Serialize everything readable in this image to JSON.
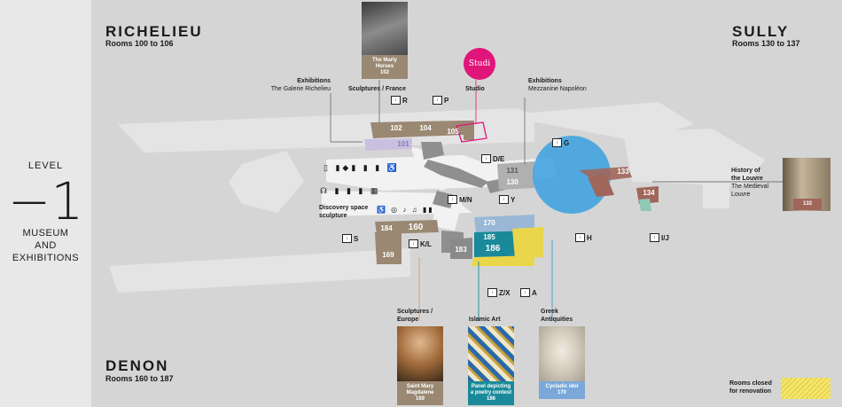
{
  "level": {
    "word": "LEVEL",
    "number": "−1",
    "subtitle_line1": "MUSEUM",
    "subtitle_line2": "AND",
    "subtitle_line3": "EXHIBITIONS"
  },
  "wings": {
    "richelieu": {
      "name": "RICHELIEU",
      "rooms": "Rooms 100 to 106"
    },
    "sully": {
      "name": "SULLY",
      "rooms": "Rooms 130 to 137"
    },
    "denon": {
      "name": "DENON",
      "rooms": "Rooms 160 to 187"
    }
  },
  "labels": {
    "exhibitions_richelieu_title": "Exhibitions",
    "exhibitions_richelieu_sub": "The Galerie Richelieu",
    "sculptures_france": "Sculptures / France",
    "studio": "Studio",
    "exhibitions_napoleon_title": "Exhibitions",
    "exhibitions_napoleon_sub": "Mezzanine Napoléon",
    "history_title_1": "History of",
    "history_title_2": "the Louvre",
    "history_sub_1": "The Medieval",
    "history_sub_2": "Louvre",
    "discovery_1": "Discovery space",
    "discovery_2": "sculpture",
    "sculptures_europe_1": "Sculptures /",
    "sculptures_europe_2": "Europe",
    "islamic_art": "Islamic Art",
    "greek_1": "Greek",
    "greek_2": "Antiquities",
    "closed_1": "Rooms closed",
    "closed_2": "for renovation",
    "studio_logo": "Studi"
  },
  "access_tags": {
    "R": "R",
    "P": "P",
    "DE": "D/E",
    "G": "G",
    "MN": "M/N",
    "Y": "Y",
    "S": "S",
    "KL": "K/L",
    "ZX": "Z/X",
    "A": "A",
    "H": "H",
    "IJ": "I/J"
  },
  "rooms": {
    "r102": "102",
    "r104": "104",
    "r105": "105",
    "r101": "101",
    "r131": "131",
    "r130": "130",
    "r133": "133",
    "r134": "134",
    "r170": "170",
    "r185": "185",
    "r186": "186",
    "r183": "183",
    "r184": "184",
    "r160": "160",
    "r169": "169"
  },
  "cards": {
    "marly_1": "The Marly",
    "marly_2": "Horses",
    "marly_room": "102",
    "history_room": "133",
    "mary_1": "Saint Mary",
    "mary_2": "Magdalene",
    "mary_room": "169",
    "panel_1": "Panel depicting",
    "panel_2": "a poetry contest",
    "panel_room": "186",
    "idol_1": "Cycladic idol",
    "idol_room": "170"
  },
  "colors": {
    "richelieu_room": "#9a8873",
    "sully_blue": "#3aa0e0",
    "sully_room": "#a0665a",
    "islamic_teal": "#1a8a9a",
    "closed_yellow": "#e9d64a",
    "studio_pink": "#e0157a",
    "greek_blue": "#9ab8d6",
    "corridor_light": "#eaeaea",
    "corridor_dark": "#8a8a8a"
  },
  "icons": [
    "stairs-icon",
    "elevator-icon",
    "toilets-icon",
    "audioguide-icon",
    "info-icon",
    "cafe-icon",
    "accessibility-icon"
  ]
}
